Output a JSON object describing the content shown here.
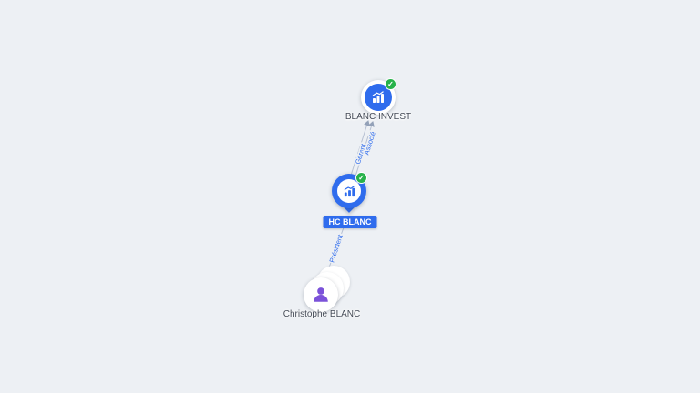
{
  "background": "#edf0f4",
  "colors": {
    "accent_blue": "#2f6ced",
    "check_green": "#27b24a",
    "person_purple": "#7b52d9",
    "edge_gray": "#b6c0d2",
    "label_text": "#454b57"
  },
  "nodes": {
    "blanc_invest": {
      "label": "BLANC INVEST",
      "type": "company"
    },
    "hc_blanc": {
      "label": "HC BLANC",
      "type": "company-pin"
    },
    "christophe_blanc": {
      "label": "Christophe BLANC",
      "type": "person"
    }
  },
  "edges": {
    "hc_to_invest": {
      "labels": [
        "Gérant",
        "Associé"
      ]
    },
    "christophe_to_hc": {
      "label": "Président"
    }
  },
  "icons": {
    "check": "✓",
    "company": "growth-chart-icon",
    "person": "person-icon"
  }
}
